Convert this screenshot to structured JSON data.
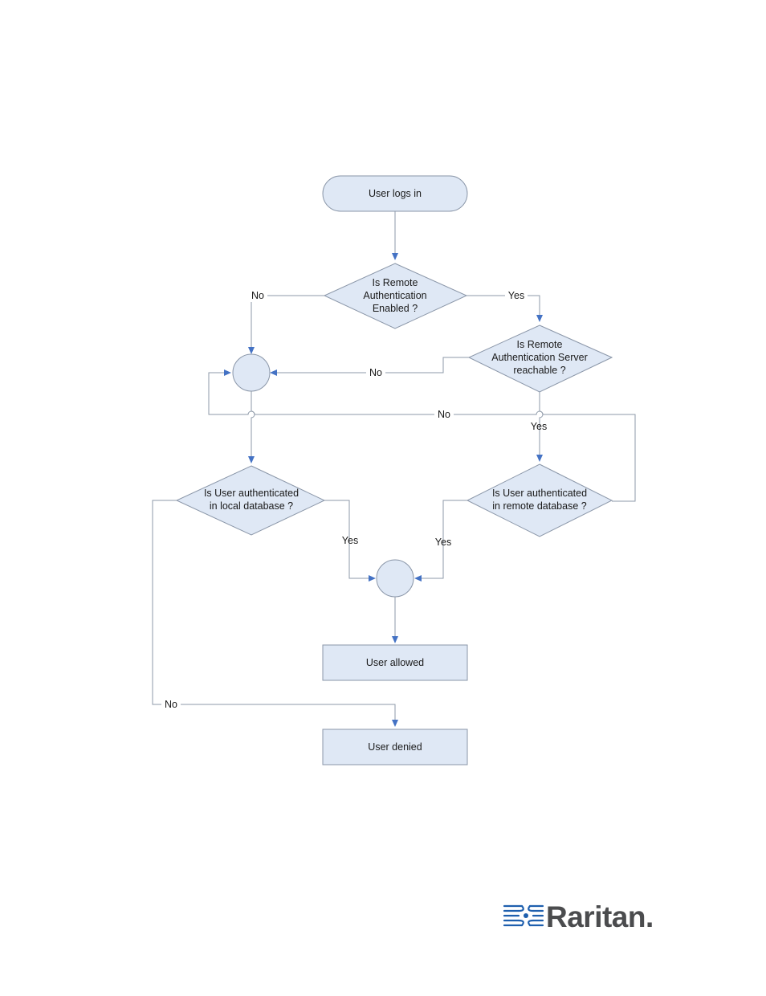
{
  "diagram": {
    "nodes": {
      "start": {
        "lines": [
          "User logs in"
        ]
      },
      "q_remote_enabled": {
        "lines": [
          "Is Remote",
          "Authentication",
          "Enabled ?"
        ]
      },
      "q_server_reachable": {
        "lines": [
          "Is Remote",
          "Authentication Server",
          "reachable ?"
        ]
      },
      "q_local_auth": {
        "lines": [
          "Is User authenticated",
          "in local database ?"
        ]
      },
      "q_remote_auth": {
        "lines": [
          "Is User authenticated",
          "in remote database ?"
        ]
      },
      "allowed": {
        "lines": [
          "User allowed"
        ]
      },
      "denied": {
        "lines": [
          "User denied"
        ]
      }
    },
    "edge_labels": {
      "enabled_no": "No",
      "enabled_yes": "Yes",
      "reachable_no": "No",
      "reachable_yes": "Yes",
      "remote_auth_no": "No",
      "local_auth_yes": "Yes",
      "remote_auth_yes": "Yes",
      "local_auth_no": "No"
    }
  },
  "logo": {
    "text": "Raritan."
  },
  "colors": {
    "node_fill": "#dfe8f5",
    "node_stroke": "#8a96a8",
    "connector": "#8e99a8",
    "arrow": "#4472c4",
    "logo_blue": "#1e5fae",
    "logo_gray": "#4b4c4e"
  }
}
